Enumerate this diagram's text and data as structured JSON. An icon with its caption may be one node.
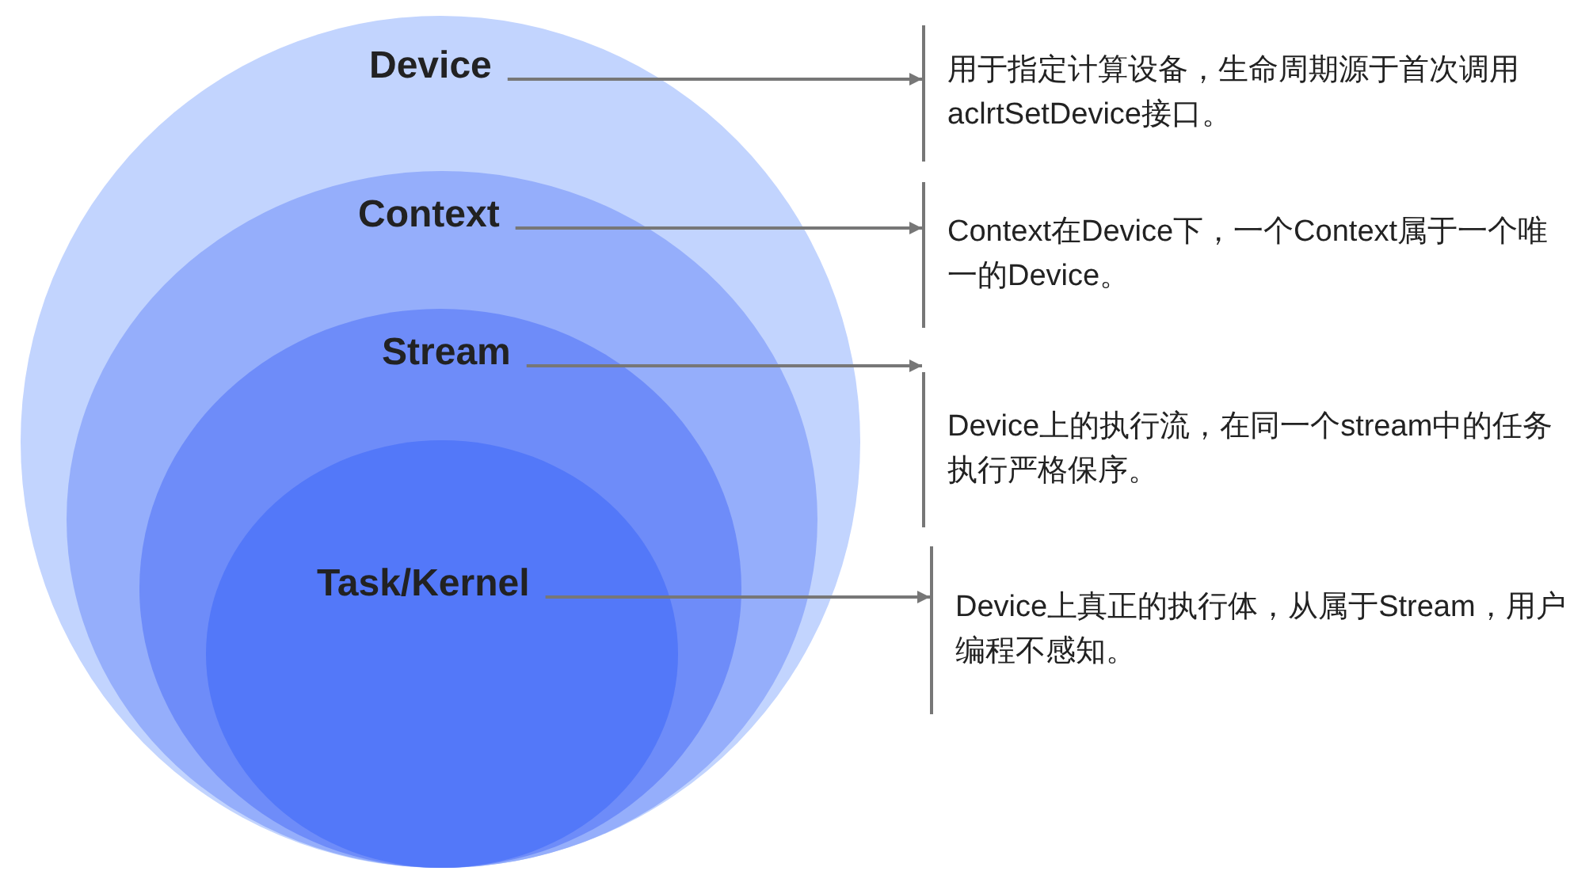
{
  "diagram": {
    "nodes": [
      {
        "text": [
          "Device"
        ]
      },
      {
        "text": [
          "Context"
        ],
        "in": 0
      },
      {
        "text": [
          "Stream"
        ],
        "in": 1
      },
      {
        "text": [
          "Task/Kernel"
        ],
        "in": 2
      },
      {
        "text": [
          "用于指定计算设备，生命周期源于首次调用aclrtSetDevice接口。"
        ]
      },
      {
        "text": [
          "Context在Device下，一个Context属于一个唯一的Device。"
        ]
      },
      {
        "text": [
          "Device上的执行流，在同一个stream中的任务执行严格保序。"
        ]
      },
      {
        "text": [
          "Device上真正的执行体，从属于Stream，用户编程不感知。"
        ]
      }
    ],
    "edges": [
      {
        "from": 0,
        "to": 4,
        "arrow": "to"
      },
      {
        "from": 1,
        "to": 5,
        "arrow": "to"
      },
      {
        "from": 2,
        "to": 6,
        "arrow": "to"
      },
      {
        "from": 3,
        "to": 7,
        "arrow": "to"
      }
    ]
  }
}
